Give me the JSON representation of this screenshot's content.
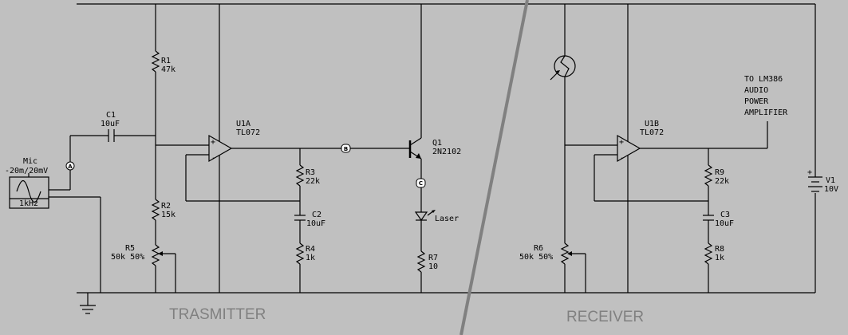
{
  "colors": {
    "background": "#c0c0c0",
    "wire": "#000000",
    "section_label": "#808080",
    "divider": "#808080"
  },
  "components": {
    "mic": {
      "name": "Mic",
      "range": "-20m/20mV",
      "freq": "1kHz"
    },
    "c1": {
      "name": "C1",
      "value": "10uF"
    },
    "r1": {
      "name": "R1",
      "value": "47k"
    },
    "r2": {
      "name": "R2",
      "value": "15k"
    },
    "r5": {
      "name": "R5",
      "value": "50k 50%"
    },
    "u1a": {
      "name": "U1A",
      "part": "TL072"
    },
    "r3": {
      "name": "R3",
      "value": "22k"
    },
    "c2": {
      "name": "C2",
      "value": "10uF"
    },
    "r4": {
      "name": "R4",
      "value": "1k"
    },
    "q1": {
      "name": "Q1",
      "part": "2N2102"
    },
    "laser": {
      "name": "Laser"
    },
    "r7": {
      "name": "R7",
      "value": "10"
    },
    "r6": {
      "name": "R6",
      "value": "50k 50%"
    },
    "u1b": {
      "name": "U1B",
      "part": "TL072"
    },
    "r9": {
      "name": "R9",
      "value": "22k"
    },
    "c3": {
      "name": "C3",
      "value": "10uF"
    },
    "r8": {
      "name": "R8",
      "value": "1k"
    },
    "v1": {
      "name": "V1",
      "value": "10V"
    }
  },
  "probes": {
    "a": "A",
    "b": "B",
    "c": "C"
  },
  "opamp_pins": {
    "plus": "+",
    "minus": "-"
  },
  "note": {
    "line1": "TO LM386",
    "line2": "AUDIO",
    "line3": "POWER",
    "line4": "AMPLIFIER"
  },
  "sections": {
    "transmitter": "TRASMITTER",
    "receiver": "RECEIVER"
  }
}
